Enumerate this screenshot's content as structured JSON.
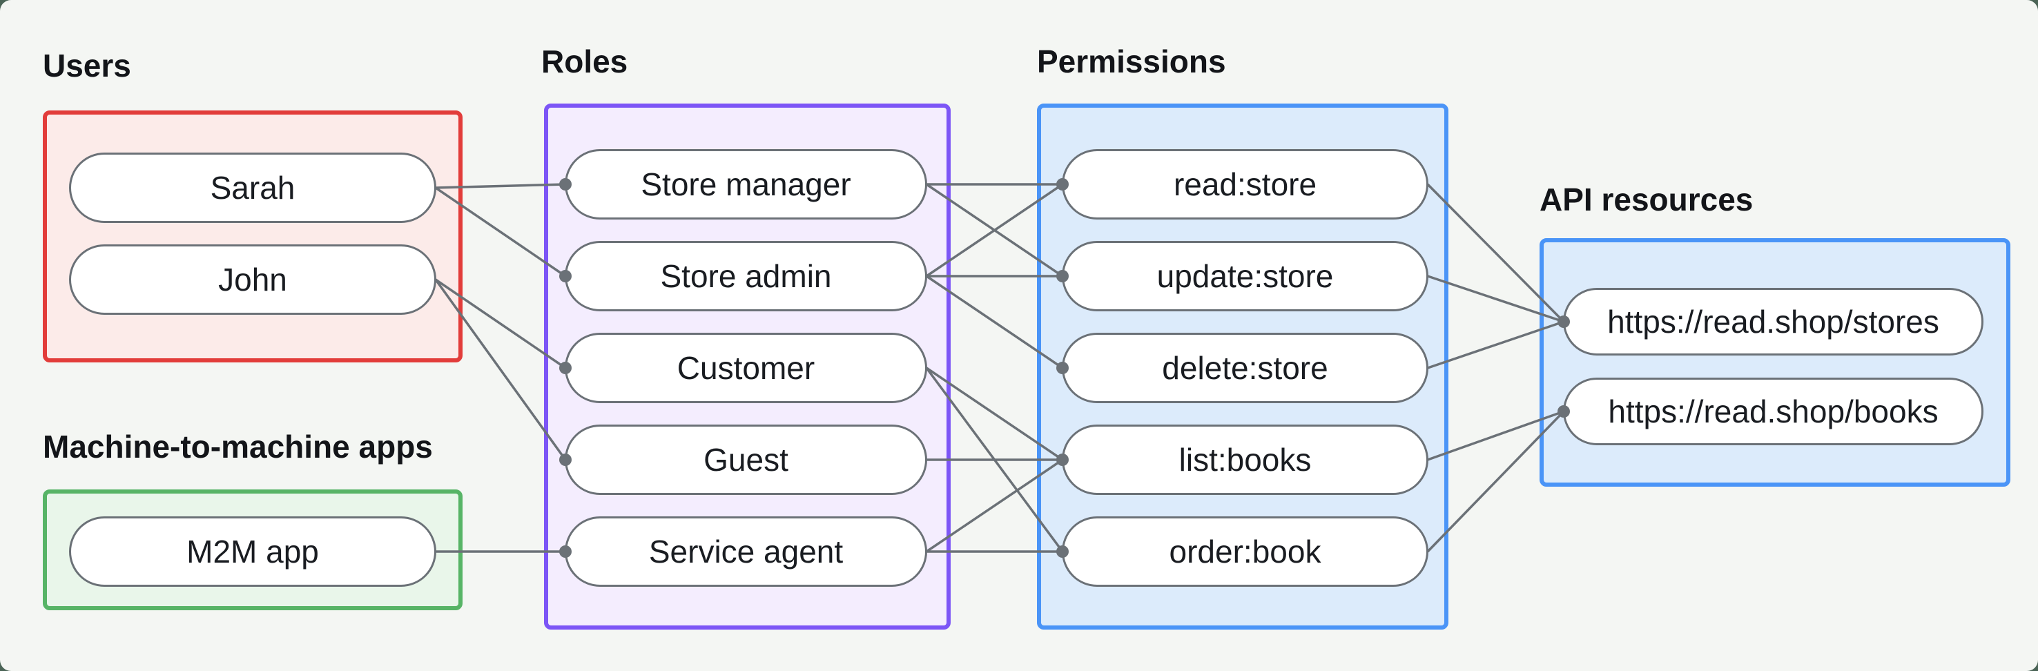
{
  "style": {
    "outer_bg": "#4b6456",
    "panel_bg": "#f4f6f3",
    "line_color": "#6b7177",
    "dot_color": "#6b7177",
    "node_border": "#6b7177",
    "node_bg": "#ffffff",
    "node_text_color": "#191c21",
    "label_color": "#131519",
    "groups": {
      "users": {
        "border": "#e23c3a",
        "fill": "#fcebe9"
      },
      "m2m": {
        "border": "#57b466",
        "fill": "#e9f6ea"
      },
      "roles": {
        "border": "#7c55f6",
        "fill": "#f4edfe"
      },
      "permissions": {
        "border": "#4a94f7",
        "fill": "#dcebfb"
      },
      "api": {
        "border": "#4a94f7",
        "fill": "#dcebfb"
      }
    }
  },
  "groups": {
    "users": {
      "label": "Users",
      "nodes": [
        {
          "id": "sarah",
          "label": "Sarah"
        },
        {
          "id": "john",
          "label": "John"
        }
      ]
    },
    "m2m": {
      "label": "Machine-to-machine apps",
      "nodes": [
        {
          "id": "m2m-app",
          "label": "M2M app"
        }
      ]
    },
    "roles": {
      "label": "Roles",
      "nodes": [
        {
          "id": "store-manager",
          "label": "Store manager"
        },
        {
          "id": "store-admin",
          "label": "Store admin"
        },
        {
          "id": "customer",
          "label": "Customer"
        },
        {
          "id": "guest",
          "label": "Guest"
        },
        {
          "id": "service-agent",
          "label": "Service agent"
        }
      ]
    },
    "permissions": {
      "label": "Permissions",
      "nodes": [
        {
          "id": "read-store",
          "label": "read:store"
        },
        {
          "id": "update-store",
          "label": "update:store"
        },
        {
          "id": "delete-store",
          "label": "delete:store"
        },
        {
          "id": "list-books",
          "label": "list:books"
        },
        {
          "id": "order-book",
          "label": "order:book"
        }
      ]
    },
    "api": {
      "label": "API resources",
      "nodes": [
        {
          "id": "api-stores",
          "label": "https://read.shop/stores"
        },
        {
          "id": "api-books",
          "label": "https://read.shop/books"
        }
      ]
    }
  },
  "connections": [
    [
      "sarah",
      "store-manager"
    ],
    [
      "sarah",
      "store-admin"
    ],
    [
      "john",
      "customer"
    ],
    [
      "john",
      "guest"
    ],
    [
      "m2m-app",
      "service-agent"
    ],
    [
      "store-manager",
      "read-store"
    ],
    [
      "store-manager",
      "update-store"
    ],
    [
      "store-admin",
      "read-store"
    ],
    [
      "store-admin",
      "update-store"
    ],
    [
      "store-admin",
      "delete-store"
    ],
    [
      "customer",
      "list-books"
    ],
    [
      "customer",
      "order-book"
    ],
    [
      "guest",
      "list-books"
    ],
    [
      "service-agent",
      "list-books"
    ],
    [
      "service-agent",
      "order-book"
    ],
    [
      "read-store",
      "api-stores"
    ],
    [
      "update-store",
      "api-stores"
    ],
    [
      "delete-store",
      "api-stores"
    ],
    [
      "list-books",
      "api-books"
    ],
    [
      "order-book",
      "api-books"
    ]
  ]
}
